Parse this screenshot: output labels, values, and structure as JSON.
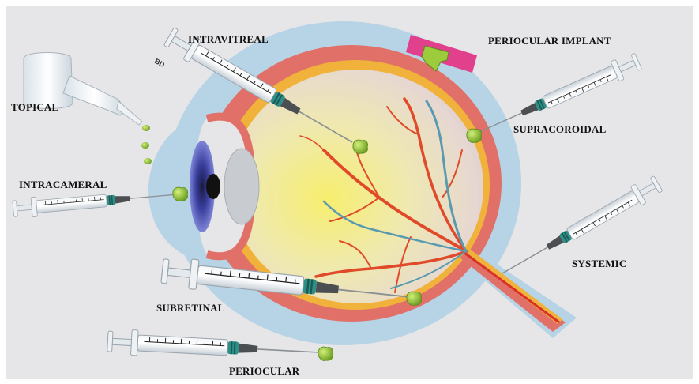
{
  "labels": {
    "intravitreal": "INTRAVITREAL",
    "periocular_implant": "PERIOCULAR IMPLANT",
    "topical": "TOPICAL",
    "suprachoroidal": "SUPRACOROIDAL",
    "intracameral": "INTRACAMERAL",
    "systemic": "SYSTEMIC",
    "subretinal": "SUBRETINAL",
    "periocular": "PERIOCULAR"
  },
  "syringe_brand": "BD",
  "colors": {
    "background": "#e6e6e8",
    "sclera": "#b7d3e6",
    "choroid": "#e07068",
    "retina": "#f0b23a",
    "drug": "#9ccc3c",
    "implant": "#e0408c",
    "vessel_artery": "#e04a2a",
    "vessel_vein": "#5a9ab0"
  },
  "icons": [
    "eye-dropper-icon",
    "syringe-icon",
    "drug-depot-icon",
    "implant-icon"
  ]
}
